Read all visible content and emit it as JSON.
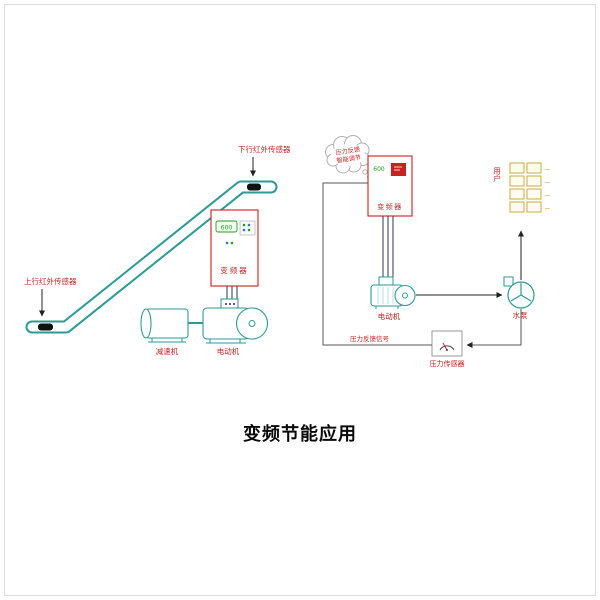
{
  "page": {
    "title": "变频节能应用",
    "border_color": "#dddddd"
  },
  "colors": {
    "outline_teal": "#2a9a9a",
    "label_red": "#cc2222",
    "inverter_border_red": "#d43030",
    "display_green": "#1fa01f",
    "user_yellow": "#c9a227",
    "wire_dark": "#333355",
    "signal_gray": "#555555",
    "arrow_black": "#222222"
  },
  "escalator": {
    "sensor_down_label": "下行红外传感器",
    "sensor_up_label": "上行红外传感器",
    "inverter": {
      "label": "变频器",
      "display": "600"
    },
    "reducer_label": "减速机",
    "motor_label": "电动机"
  },
  "pump_system": {
    "bubble": {
      "line1": "压力反馈",
      "line2": "智能调节"
    },
    "inverter": {
      "label": "变频器",
      "display": "600"
    },
    "motor_label": "电动机",
    "pump_label": "水泵",
    "user_label": "用户",
    "sensor_label": "压力传感器",
    "feedback_label": "压力反馈信号",
    "wave_mark": "~"
  }
}
